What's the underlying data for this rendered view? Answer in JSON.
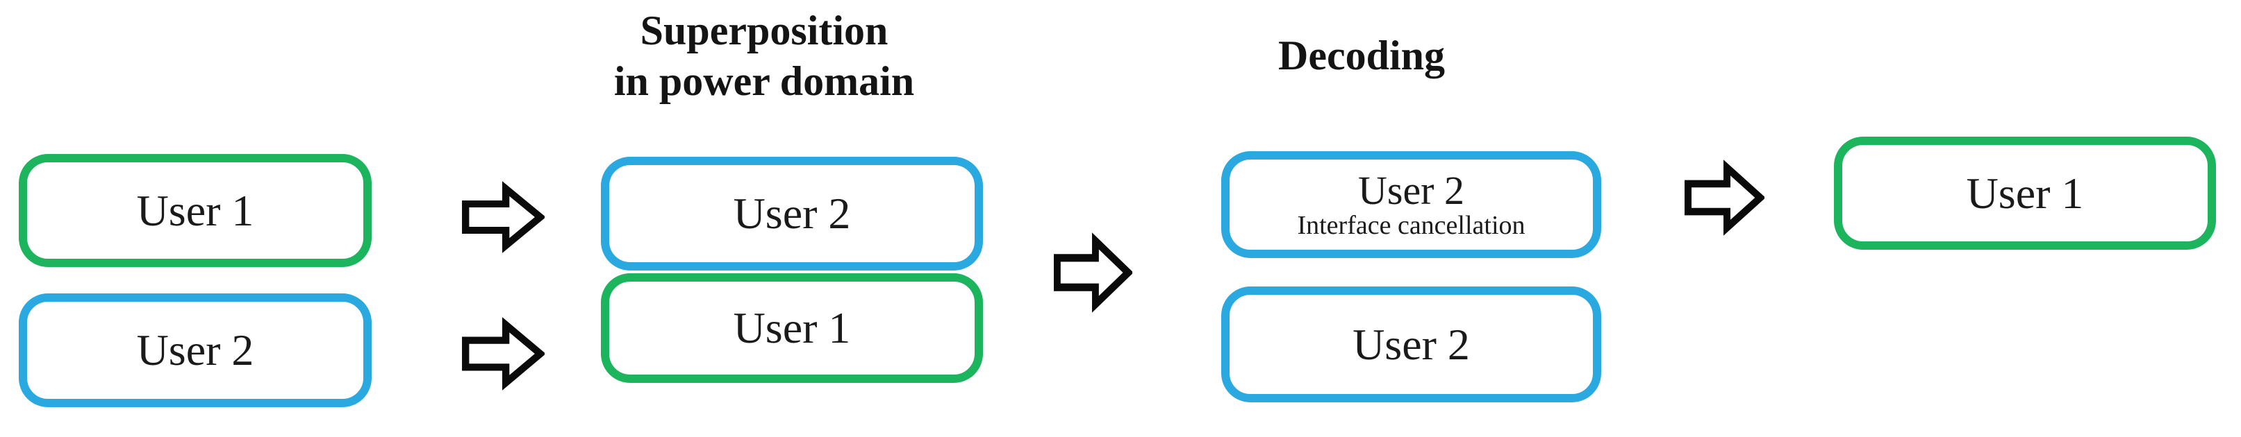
{
  "colors": {
    "green": "#1cb45c",
    "blue": "#29a9e0",
    "arrow_outline": "#0a0a0a"
  },
  "stages": {
    "superposition": {
      "title_line1": "Superposition",
      "title_line2": "in power domain"
    },
    "decoding": {
      "title": "Decoding"
    }
  },
  "input": {
    "user1_label": "User 1",
    "user2_label": "User 2"
  },
  "superposed": {
    "top_label": "User 2",
    "bottom_label": "User 1"
  },
  "decoded": {
    "top_label": "User 2",
    "top_sublabel": "Interface cancellation",
    "bottom_label": "User 2"
  },
  "output": {
    "user1_label": "User 1"
  }
}
